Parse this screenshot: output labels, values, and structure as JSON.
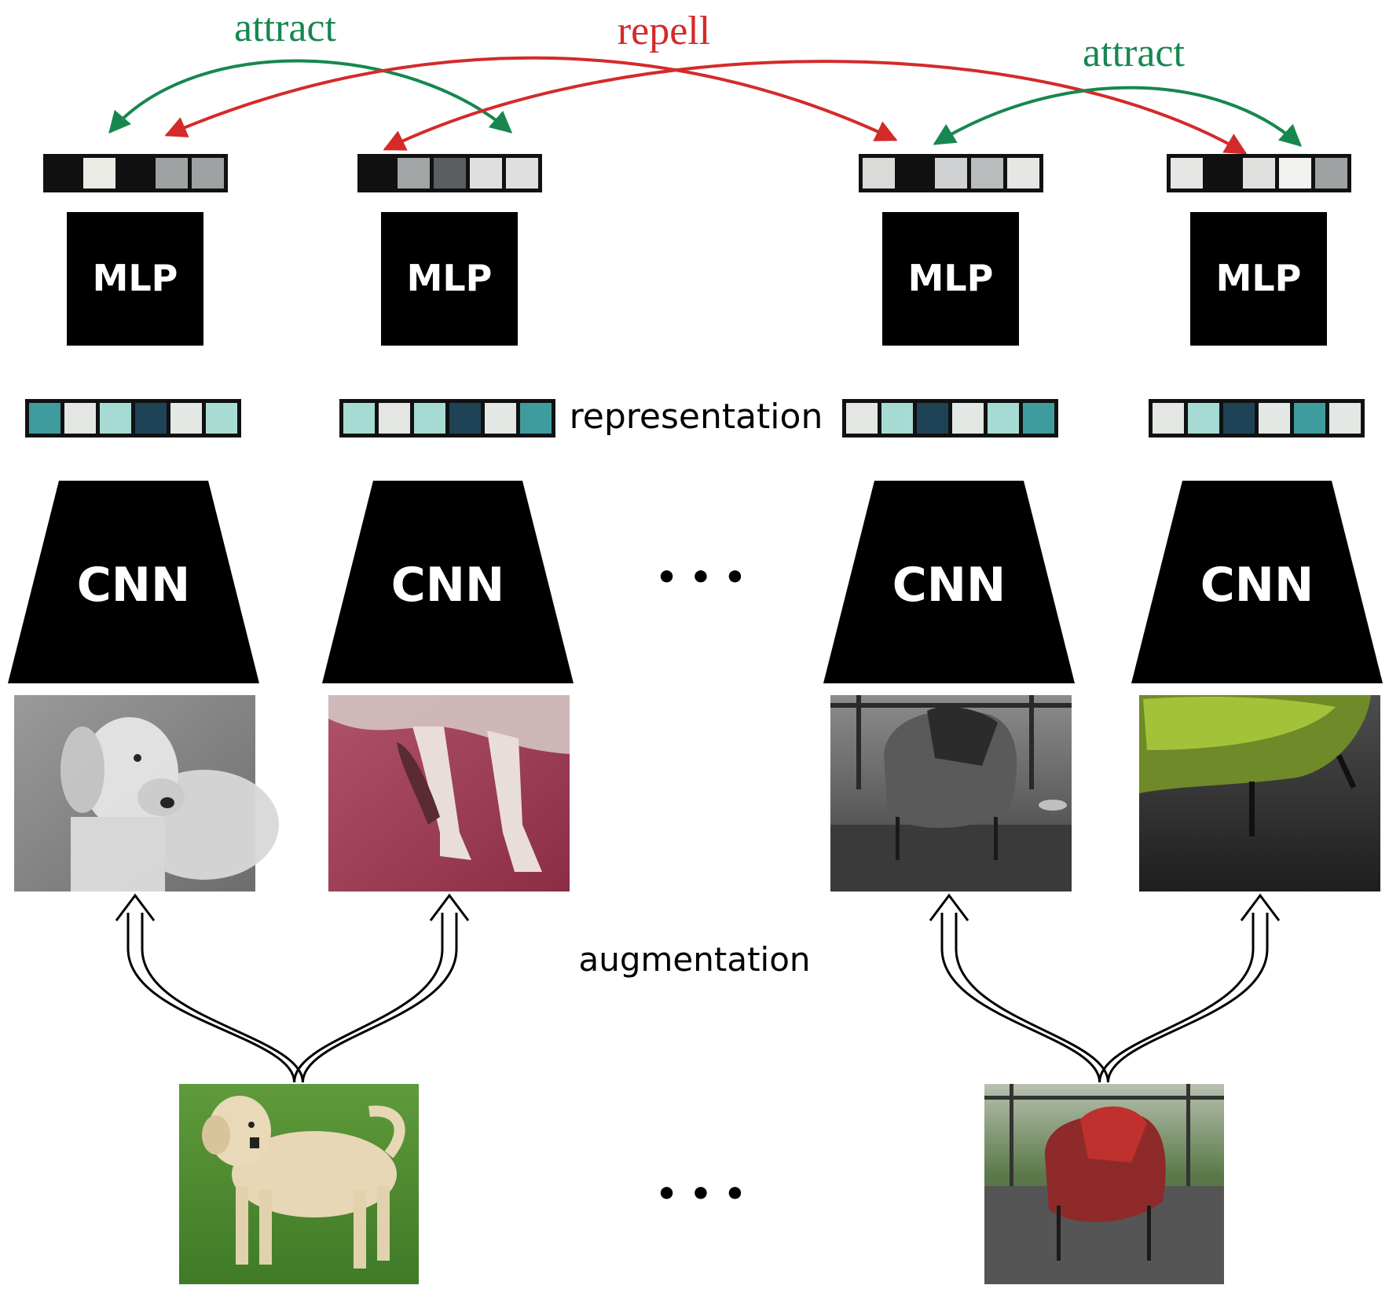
{
  "labels": {
    "attract_left": "attract",
    "repell": "repell",
    "attract_right": "attract",
    "mlp": "MLP",
    "cnn": "CNN",
    "representation": "representation",
    "augmentation": "augmentation",
    "ellipsis": "• • •"
  },
  "colors": {
    "attract": "#17874f",
    "repell": "#d42a2a",
    "block": "#000000",
    "background": "#ffffff"
  },
  "columns": [
    {
      "projection_cells": [
        "#111111",
        "#ebebe6",
        "#111111",
        "#9ea2a3",
        "#9ea2a3"
      ],
      "representation_cells": [
        "#3f9c9e",
        "#e3e6e2",
        "#a6dbd3",
        "#1e4356",
        "#e4e8e4",
        "#a9ddd4"
      ],
      "image": "augmented-dog-grayscale"
    },
    {
      "projection_cells": [
        "#111111",
        "#a1a5a6",
        "#5b5e60",
        "#dedfde",
        "#dedfde"
      ],
      "representation_cells": [
        "#a6dbd3",
        "#e3e6e2",
        "#a6dbd3",
        "#1e4356",
        "#e4e8e4",
        "#3f9c9e"
      ],
      "image": "augmented-dog-crop-red"
    },
    {
      "projection_cells": [
        "#dadbd9",
        "#111111",
        "#cfd1d2",
        "#b9bcbd",
        "#e6e7e5"
      ],
      "representation_cells": [
        "#e3e6e2",
        "#a6dbd3",
        "#1e4356",
        "#e4e8e4",
        "#a6dbd3",
        "#3f9c9e"
      ],
      "image": "augmented-chair-grayscale"
    },
    {
      "projection_cells": [
        "#e6e7e5",
        "#111111",
        "#e0e1df",
        "#f1f1ef",
        "#9ea2a3"
      ],
      "representation_cells": [
        "#e3e6e2",
        "#a6dbd3",
        "#1e4356",
        "#e4e8e4",
        "#3f9c9e",
        "#e4e8e4"
      ],
      "image": "augmented-chair-crop-green"
    }
  ],
  "source_images": [
    "dog-photo",
    "chair-photo"
  ]
}
